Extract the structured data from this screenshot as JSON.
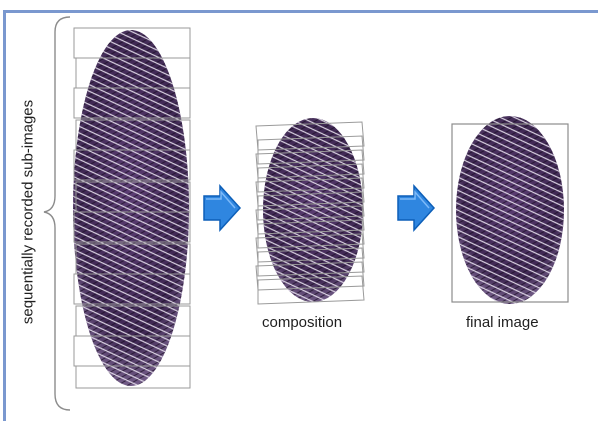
{
  "labels": {
    "side": "sequentially recorded sub-images",
    "composition": "composition",
    "final": "final image"
  },
  "colors": {
    "frame_border": "#7a98cf",
    "arrow_fill": "#2f86e0",
    "arrow_edge": "#0d5fb8",
    "print_dark": "#2b1838",
    "print_mid": "#5b3d73",
    "print_light": "#b9a7c9",
    "strip_line": "#9a9a9a"
  },
  "icons": [
    "arrow-right-icon",
    "arrow-right-icon"
  ]
}
